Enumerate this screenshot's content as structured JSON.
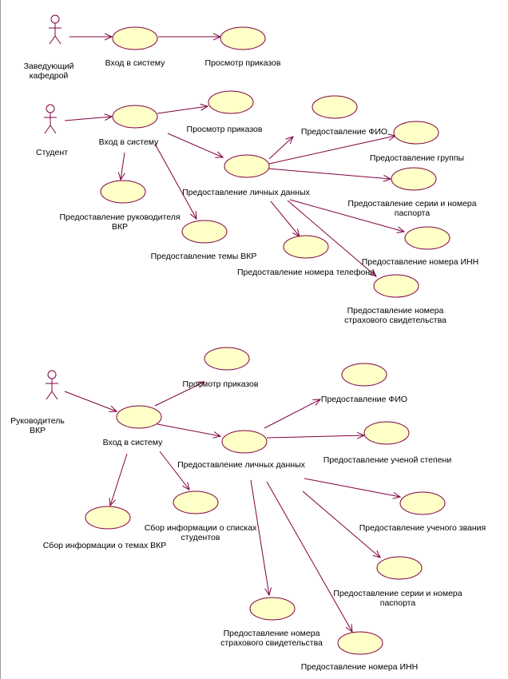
{
  "colors": {
    "line": "#800040",
    "usecase_fill": "#ffffc8",
    "usecase_stroke": "#800040",
    "actor": "#800040",
    "text": "#000000"
  },
  "actors": {
    "head": [
      "Заведующий",
      "кафедрой"
    ],
    "student": [
      "Студент"
    ],
    "supervisor": [
      "Руководитель",
      "ВКР"
    ]
  },
  "use_cases": {
    "s1_login": [
      "Вход в систему"
    ],
    "s1_orders": [
      "Просмотр приказов"
    ],
    "s2_login": [
      "Вход в систему"
    ],
    "s2_orders": [
      "Просмотр приказов"
    ],
    "s2_personal": [
      "Предоставление личных данных"
    ],
    "s2_supervisor": [
      "Предоставление руководителя",
      "ВКР"
    ],
    "s2_topic": [
      "Предоставление темы ВКР"
    ],
    "s2_fio": [
      "Предоставление ФИО"
    ],
    "s2_group": [
      "Предоставление группы"
    ],
    "s2_passport": [
      "Предоставление серии и номера",
      "паспорта"
    ],
    "s2_inn": [
      "Предоставление номера ИНН"
    ],
    "s2_phone": [
      "Предоставление номера телефона"
    ],
    "s2_insurance": [
      "Предоставление номера",
      "страхового свидетельства"
    ],
    "s3_login": [
      "Вход в систему"
    ],
    "s3_orders": [
      "Просмотр приказов"
    ],
    "s3_personal": [
      "Предоставление личных данных"
    ],
    "s3_fio": [
      "Предоставление ФИО"
    ],
    "s3_degree": [
      "Предоставление ученой степени"
    ],
    "s3_rank": [
      "Предоставление ученого звания"
    ],
    "s3_passport": [
      "Предоставление серии и номера",
      "паспорта"
    ],
    "s3_insurance": [
      "Предоставление номера",
      "страхового свидетельства"
    ],
    "s3_inn": [
      "Предоставление номера ИНН"
    ],
    "s3_topics": [
      "Сбор информации о темах ВКР"
    ],
    "s3_lists": [
      "Сбор информации о списках",
      "студентов"
    ]
  }
}
